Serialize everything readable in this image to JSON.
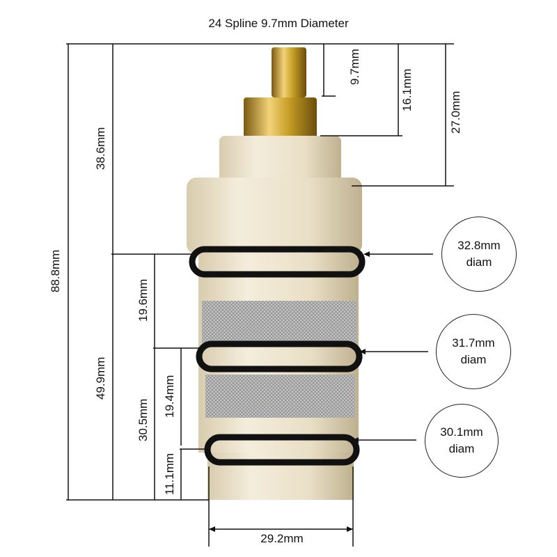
{
  "title": "24 Spline 9.7mm Diameter",
  "dimensions": {
    "spline_height": "9.7mm",
    "collar_height": "16.1mm",
    "head_height": "27.0mm",
    "upper_length": "38.6mm",
    "total_length": "88.8mm",
    "lower_length": "49.9mm",
    "first_section": "19.6mm",
    "lower_section": "30.5mm",
    "second_section": "19.4mm",
    "base_section": "11.1mm",
    "base_width": "29.2mm"
  },
  "diameters": [
    {
      "value": "32.8mm",
      "unit": "diam"
    },
    {
      "value": "31.7mm",
      "unit": "diam"
    },
    {
      "value": "30.1mm",
      "unit": "diam"
    }
  ],
  "colors": {
    "brass": "#c9a227",
    "body": "#ece3cc",
    "mesh": "#b9b9b9",
    "oring": "#111111"
  }
}
